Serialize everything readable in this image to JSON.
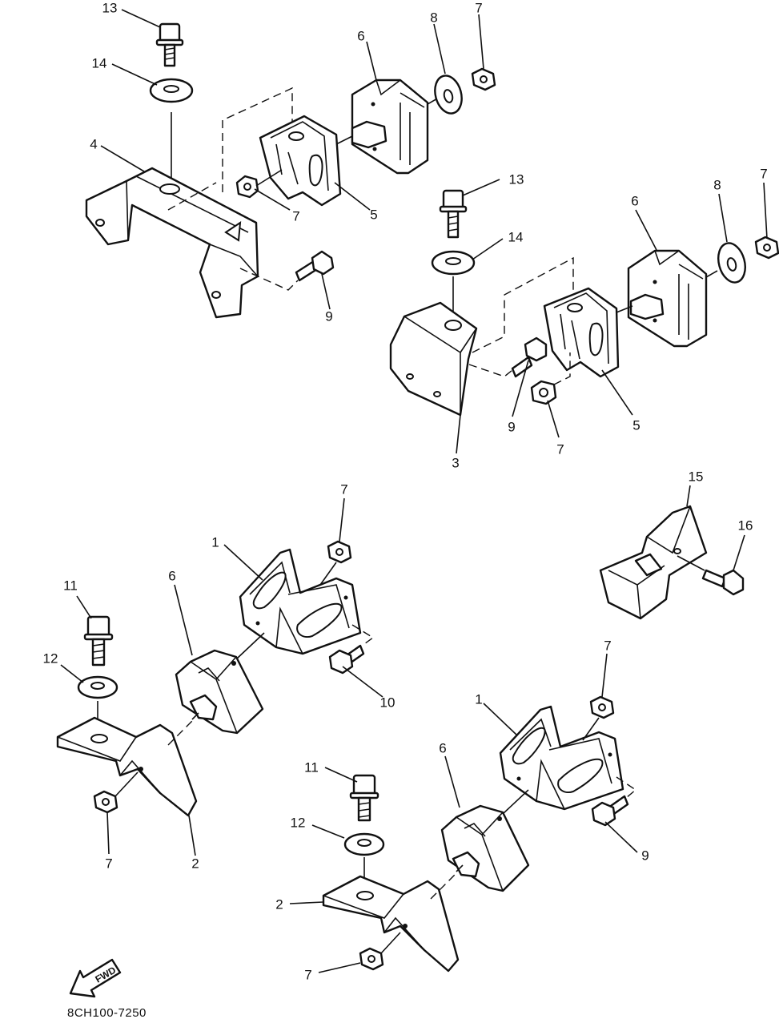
{
  "callouts": [
    {
      "id": "c13a",
      "text": "13"
    },
    {
      "id": "c14a",
      "text": "14"
    },
    {
      "id": "c4",
      "text": "4"
    },
    {
      "id": "c6a",
      "text": "6"
    },
    {
      "id": "c8a",
      "text": "8"
    },
    {
      "id": "c7a",
      "text": "7"
    },
    {
      "id": "c7b",
      "text": "7"
    },
    {
      "id": "c5a",
      "text": "5"
    },
    {
      "id": "c9a",
      "text": "9"
    },
    {
      "id": "c13b",
      "text": "13"
    },
    {
      "id": "c14b",
      "text": "14"
    },
    {
      "id": "c6b",
      "text": "6"
    },
    {
      "id": "c8b",
      "text": "8"
    },
    {
      "id": "c7c",
      "text": "7"
    },
    {
      "id": "c9b",
      "text": "9"
    },
    {
      "id": "c7d",
      "text": "7"
    },
    {
      "id": "c5b",
      "text": "5"
    },
    {
      "id": "c3",
      "text": "3"
    },
    {
      "id": "c15",
      "text": "15"
    },
    {
      "id": "c16",
      "text": "16"
    },
    {
      "id": "c7e",
      "text": "7"
    },
    {
      "id": "c1a",
      "text": "1"
    },
    {
      "id": "c11a",
      "text": "11"
    },
    {
      "id": "c6c",
      "text": "6"
    },
    {
      "id": "c12a",
      "text": "12"
    },
    {
      "id": "c10",
      "text": "10"
    },
    {
      "id": "c7f",
      "text": "7"
    },
    {
      "id": "c2a",
      "text": "2"
    },
    {
      "id": "c7g",
      "text": "7"
    },
    {
      "id": "c1b",
      "text": "1"
    },
    {
      "id": "c6d",
      "text": "6"
    },
    {
      "id": "c11b",
      "text": "11"
    },
    {
      "id": "c12b",
      "text": "12"
    },
    {
      "id": "c9c",
      "text": "9"
    },
    {
      "id": "c2b",
      "text": "2"
    },
    {
      "id": "c7h",
      "text": "7"
    }
  ],
  "fwd_label": "FWD",
  "diagram_ref": "8CH100-7250"
}
